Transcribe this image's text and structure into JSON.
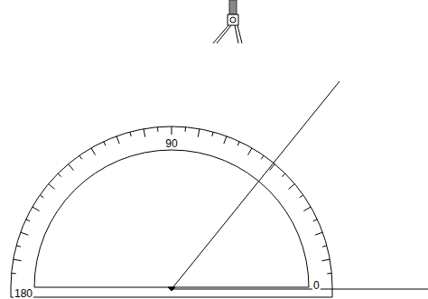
{
  "diagram": {
    "labels": [
      "180",
      "90",
      "0"
    ]
  }
}
